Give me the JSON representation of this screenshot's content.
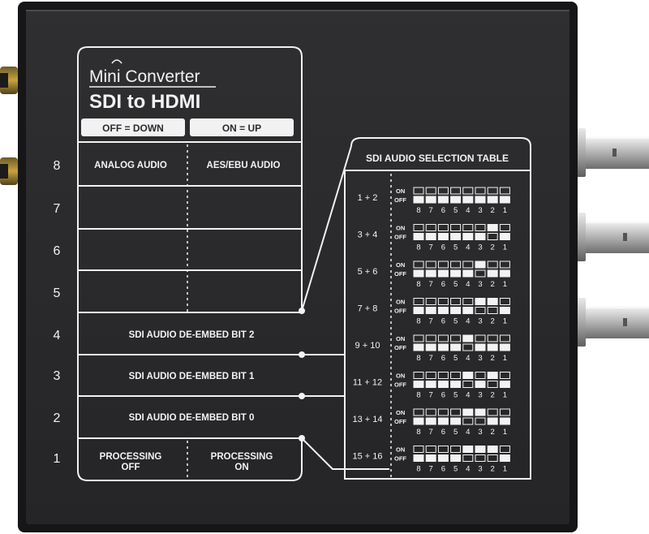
{
  "brand": {
    "line1": "Mini Converter",
    "line2": "SDI to HDMI"
  },
  "switch_header": {
    "off_label": "OFF = DOWN",
    "on_label": "ON = UP"
  },
  "columns": {
    "left": "ANALOG AUDIO",
    "right": "AES/EBU AUDIO"
  },
  "switch_rows": [
    {
      "number": "8",
      "label": ""
    },
    {
      "number": "7",
      "label": ""
    },
    {
      "number": "6",
      "label": ""
    },
    {
      "number": "5",
      "label": ""
    },
    {
      "number": "4",
      "label": "SDI AUDIO DE-EMBED BIT 2"
    },
    {
      "number": "3",
      "label": "SDI AUDIO DE-EMBED BIT 1"
    },
    {
      "number": "2",
      "label": "SDI AUDIO DE-EMBED BIT 0"
    },
    {
      "number": "1",
      "label": ""
    }
  ],
  "processing": {
    "off_line1": "PROCESSING",
    "off_line2": "OFF",
    "on_line1": "PROCESSING",
    "on_line2": "ON"
  },
  "selection_table": {
    "title": "SDI AUDIO SELECTION TABLE",
    "on_label": "ON",
    "off_label": "OFF",
    "switch_numbers": [
      "8",
      "7",
      "6",
      "5",
      "4",
      "3",
      "2",
      "1"
    ],
    "rows": [
      {
        "channels": "1 + 2",
        "bit4_on": false,
        "bit3_on": false,
        "bit2_on": false
      },
      {
        "channels": "3 + 4",
        "bit4_on": false,
        "bit3_on": false,
        "bit2_on": true
      },
      {
        "channels": "5 + 6",
        "bit4_on": false,
        "bit3_on": true,
        "bit2_on": false
      },
      {
        "channels": "7 + 8",
        "bit4_on": false,
        "bit3_on": true,
        "bit2_on": true
      },
      {
        "channels": "9 + 10",
        "bit4_on": true,
        "bit3_on": false,
        "bit2_on": false
      },
      {
        "channels": "11 + 12",
        "bit4_on": true,
        "bit3_on": false,
        "bit2_on": true
      },
      {
        "channels": "13 + 14",
        "bit4_on": true,
        "bit3_on": true,
        "bit2_on": false
      },
      {
        "channels": "15 + 16",
        "bit4_on": true,
        "bit3_on": true,
        "bit2_on": true
      }
    ]
  },
  "colors": {
    "panel": "#2b2b2d",
    "frame": "#1a1a1c",
    "ink": "#f2f2f2",
    "connector_silver": "#c8c8c8",
    "connector_gold": "#c9a23c"
  }
}
